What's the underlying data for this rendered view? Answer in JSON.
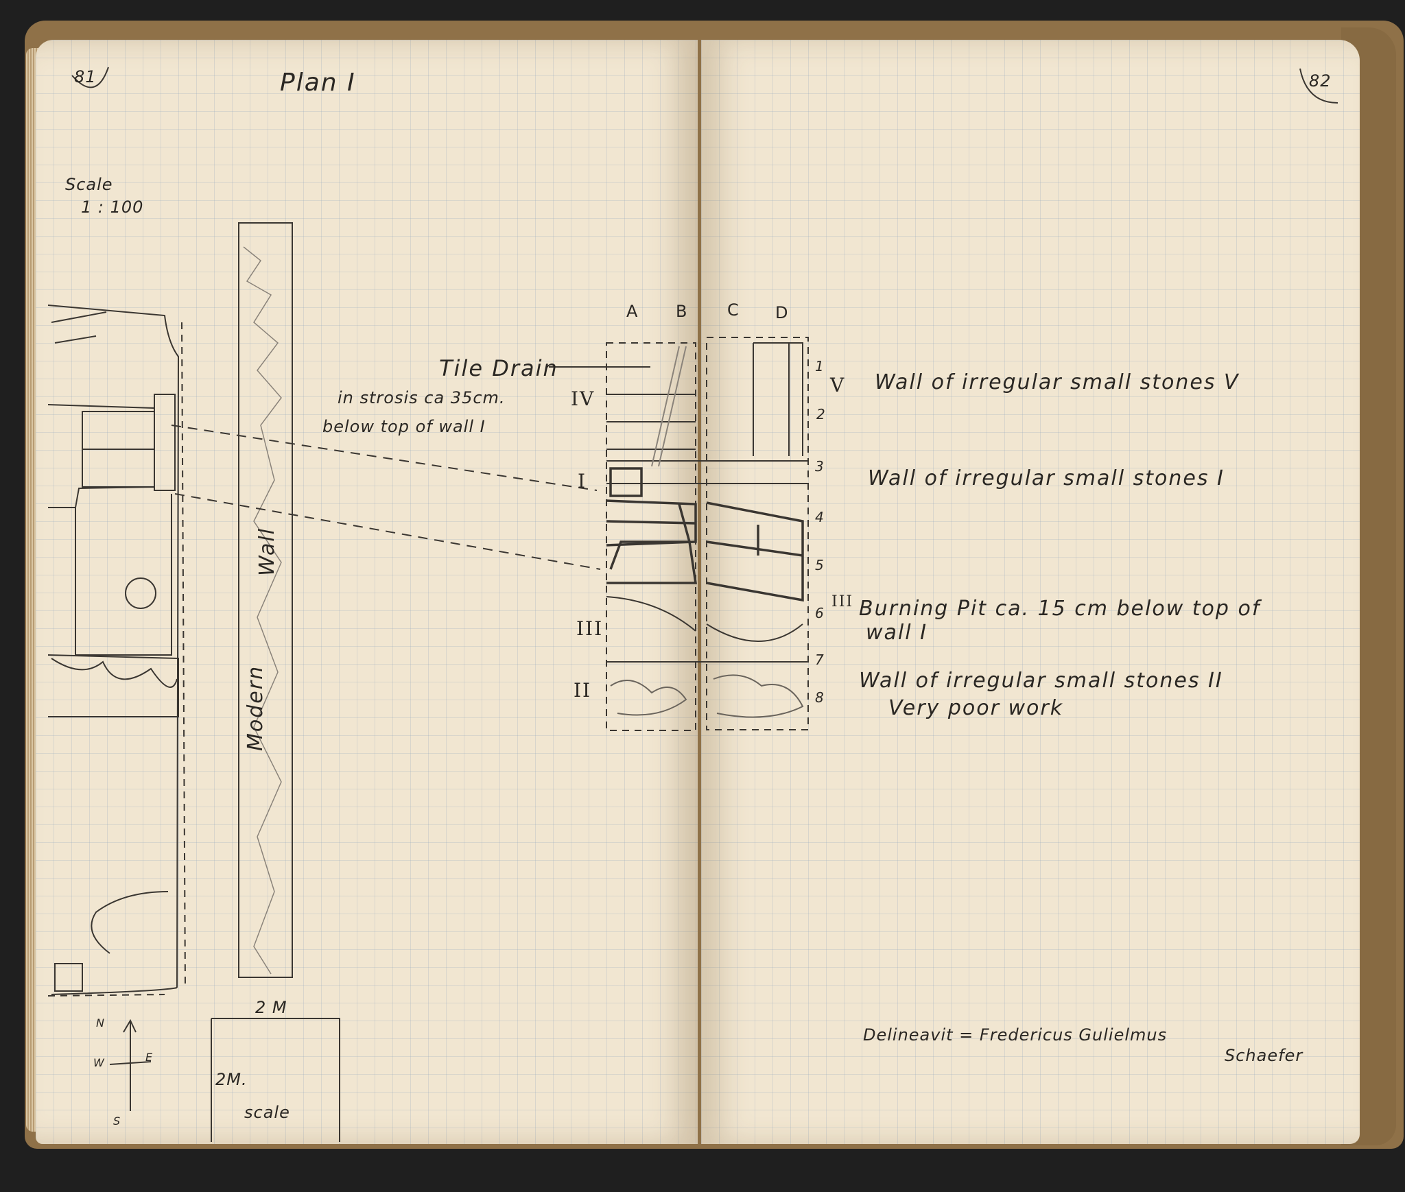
{
  "left_page": {
    "page_number": "81",
    "title": "Plan   I",
    "scale_label": "Scale",
    "scale_ratio": "1 : 100",
    "wall_label_modern": "Modern",
    "wall_label_wall": "Wall",
    "tile_drain": "Tile Drain",
    "tile_drain_note_1": "in strosis ca 35cm.",
    "tile_drain_note_2": "below top of wall I",
    "scale_bar_top": "2 M",
    "scale_bar_side": "2M.",
    "scale_bar_caption": "scale",
    "compass_n": "N",
    "compass_s": "S",
    "compass_e": "E",
    "compass_w": "W",
    "roman_iv": "IV",
    "roman_i": "I",
    "roman_iii": "III",
    "roman_ii": "II"
  },
  "section": {
    "columns": [
      "A",
      "B",
      "C",
      "D"
    ],
    "rows": [
      "1",
      "2",
      "3",
      "4",
      "5",
      "6",
      "7",
      "8"
    ]
  },
  "right_page": {
    "page_number": "82",
    "entries": [
      {
        "numeral": "V",
        "text": "Wall   of  irregular  small  stones V"
      },
      {
        "numeral": "",
        "text": "Wall  of irregular  small  stones  I"
      },
      {
        "numeral": "III",
        "text": "Burning  Pit  ca. 15 cm below top of"
      },
      {
        "numeral": "",
        "text": "wall I"
      },
      {
        "numeral": "",
        "text": "Wall  of  irregular small stones II"
      },
      {
        "numeral": "",
        "text": "Very  poor  work"
      }
    ],
    "signature_1": "Delineavit  =  Fredericus  Gulielmus",
    "signature_2": "Schaefer"
  }
}
